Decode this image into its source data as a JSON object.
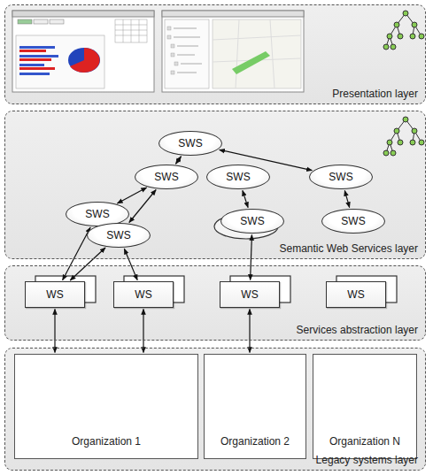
{
  "diagram": {
    "nodes": [
      {
        "text": [
          "Presentation layer"
        ]
      },
      {
        "text": [
          "Semantic Web Services layer"
        ]
      },
      {
        "text": [
          "SWS"
        ],
        "in": 1
      },
      {
        "text": [
          "SWS"
        ],
        "in": 1
      },
      {
        "text": [
          "SWS"
        ],
        "in": 1
      },
      {
        "text": [
          "SWS"
        ],
        "in": 1
      },
      {
        "text": [
          "SWS"
        ],
        "in": 1
      },
      {
        "text": [
          "SWS"
        ],
        "in": 1
      },
      {
        "text": [
          "SWS"
        ],
        "in": 1
      },
      {
        "text": [
          "SWS"
        ],
        "in": 1
      },
      {
        "text": [
          "Services abstraction layer"
        ]
      },
      {
        "text": [
          "WS"
        ],
        "in": 10
      },
      {
        "text": [
          "WS"
        ],
        "in": 10
      },
      {
        "text": [
          "WS"
        ],
        "in": 10
      },
      {
        "text": [
          "WS"
        ],
        "in": 10
      },
      {
        "text": [
          "Legacy systems layer"
        ]
      },
      {
        "text": [
          "Organization 1"
        ],
        "in": 15
      },
      {
        "text": [
          "Organization 2"
        ],
        "in": 15
      },
      {
        "text": [
          "Organization N"
        ],
        "in": 15
      }
    ],
    "edges": [
      {
        "from": 2,
        "to": 3,
        "arrow": "both"
      },
      {
        "from": 2,
        "to": 5,
        "arrow": "both"
      },
      {
        "from": 3,
        "to": 6,
        "arrow": "both"
      },
      {
        "from": 3,
        "to": 7,
        "arrow": "both"
      },
      {
        "from": 4,
        "to": 8,
        "arrow": "both"
      },
      {
        "from": 5,
        "to": 9,
        "arrow": "both"
      },
      {
        "from": 6,
        "to": 11,
        "arrow": "both"
      },
      {
        "from": 7,
        "to": 11,
        "arrow": "both"
      },
      {
        "from": 7,
        "to": 12,
        "arrow": "both"
      },
      {
        "from": 8,
        "to": 13,
        "arrow": "both"
      },
      {
        "from": 11,
        "to": 16,
        "arrow": "both"
      },
      {
        "from": 12,
        "to": 16,
        "arrow": "both"
      },
      {
        "from": 13,
        "to": 17,
        "arrow": "both"
      }
    ]
  }
}
